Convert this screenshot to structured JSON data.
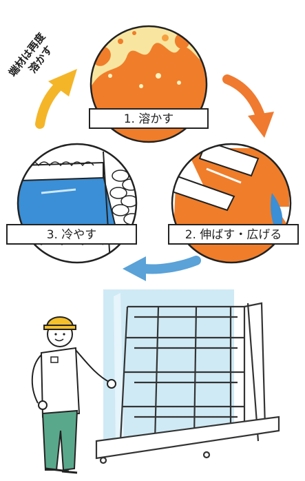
{
  "steps": [
    {
      "label": "1. 溶かす"
    },
    {
      "label": "2. 伸ばす・広げる"
    },
    {
      "label": "3. 冷やす"
    }
  ],
  "side_note": {
    "line1": "端材は再度",
    "line2": "溶かす"
  },
  "colors": {
    "molten_orange": "#f07d2a",
    "flame_yellow": "#f6c230",
    "glass_blue": "#3a8fd6",
    "arrow_yellow": "#f4b528",
    "arrow_orange": "#ef7a30",
    "arrow_blue": "#5aa2d8",
    "helmet_yellow": "#f4c02c",
    "pants_green": "#5aa88c",
    "glass_panel": "#bfe3f2"
  }
}
